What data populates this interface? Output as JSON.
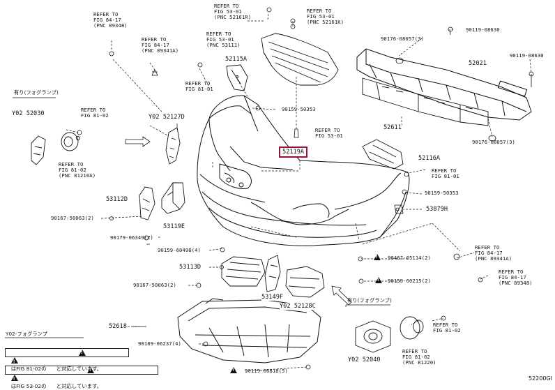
{
  "diagram": {
    "figure_id": "52200GI",
    "highlighted_part": "52119A",
    "parts": {
      "p52115A": "52115A",
      "p52119A": "52119A",
      "p52021": "52021",
      "p52611": "52611",
      "p52116A": "52116A",
      "p53879H": "53879H",
      "p53112D": "53112D",
      "p53119E": "53119E",
      "p53113D": "53113D",
      "p53149F": "53149F",
      "p52128C": "Y02 52128C",
      "p52127D": "Y02 52127D",
      "p52030": "Y02 52030",
      "p52040": "Y02 52040",
      "p52618": "52618"
    },
    "fasteners": {
      "f1": "90159-50353",
      "f2": "90176-08057(3)",
      "f3": "90119-08630",
      "f4": "90119-08630",
      "f5": "90176-08057(3)",
      "f6": "90159-50353",
      "f7": "90167-50063(2)",
      "f8": "90179-06349(2)",
      "f9": "90159-60498(4)",
      "f10": "90467-05114(2)",
      "f11": "90159-60215(2)",
      "f12": "90167-50063(2)",
      "f13": "90189-06237(4)",
      "f14": "90119-06818(5)"
    },
    "references": {
      "r1": "REFER TO\nFIG 84-17\n(PNC 89348)",
      "r2": "REFER TO\nFIG 84-17\n(PNC 89341A)",
      "r3": "REFER TO\nFIG 53-01\n(PNC 52161R)",
      "r4": "REFER TO\nFIG 53-01\n(PNC 52161K)",
      "r5": "REFER TO\nFIG 53-01\n(PNC 53111)",
      "r6": "REFER TO\nFIG 81-01",
      "r7": "REFER TO\nFIG 81-02",
      "r8": "REFER TO\nFIG 81-02\n(PNC 81210A)",
      "r9": "REFER TO\nFIG 53-01",
      "r10": "REFER TO\nFIG 81-01",
      "r11": "REFER TO\nFIG 84-17\n(PNC 89341A)",
      "r12": "REFER TO\nFIG 84-17\n(PNC 89348)",
      "r13": "REFER TO\nFIG 81-02",
      "r14": "REFER TO\nFIG 81-02\n(PNC 81220)"
    },
    "captions": {
      "fog_left": "有り(フォグランプ)",
      "fog_right": "有り(フォグランプ)",
      "y02_fog": "Y02-フォグランプ"
    },
    "notes": {
      "n1_pre": "は",
      "n1_mid": "FIG 81-02",
      "n1_post": "の      と対応しています。",
      "n2_pre": "は",
      "n2_mid": "FIG 53-02",
      "n2_post": "の      と対応しています。"
    }
  }
}
